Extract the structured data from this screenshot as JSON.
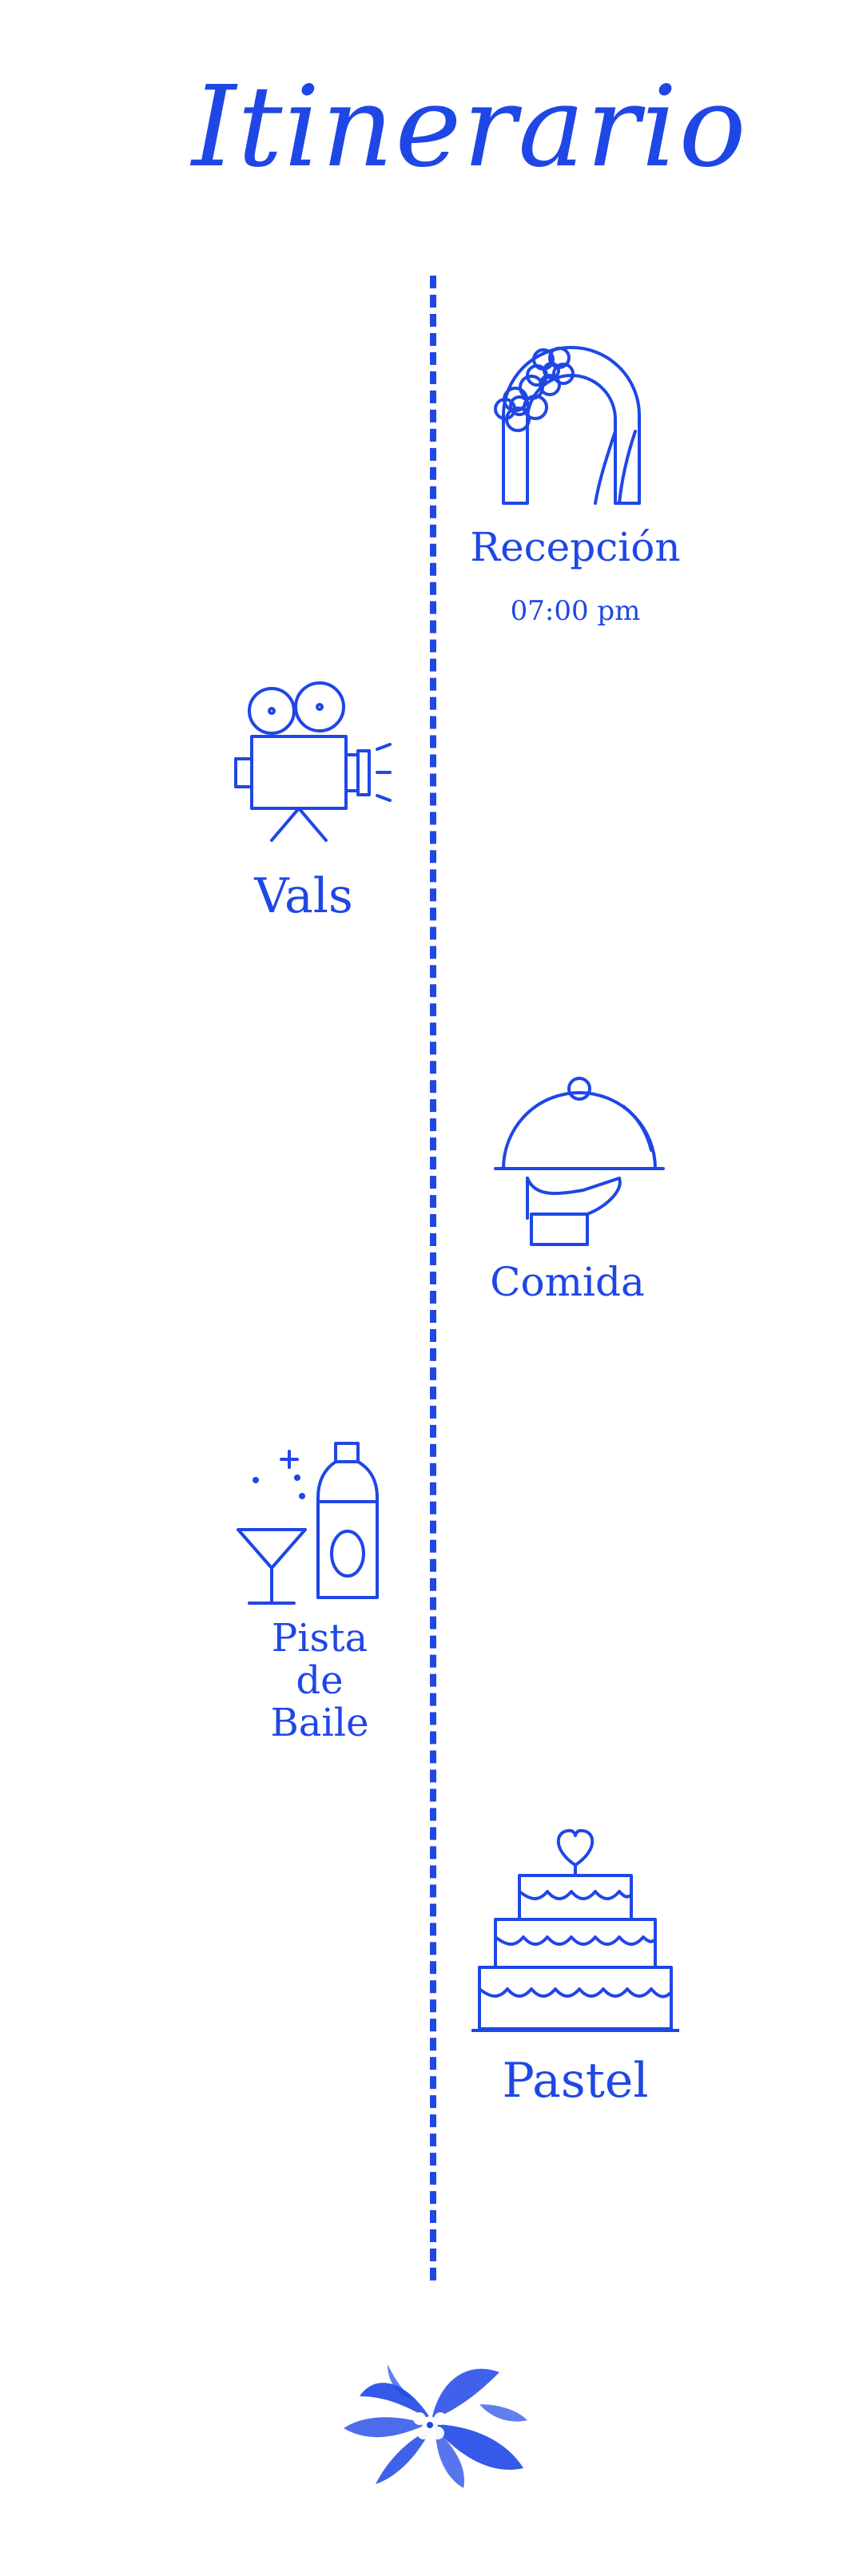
{
  "title": "Itinerario",
  "colors": {
    "accent": "#1f47e6"
  },
  "events": [
    {
      "label": "Recepción",
      "time": "07:00 pm",
      "icon": "flower-arch-icon"
    },
    {
      "label": "Vals",
      "icon": "movie-camera-icon"
    },
    {
      "label": "Comida",
      "icon": "food-cloche-icon"
    },
    {
      "label_lines": [
        "Pista",
        "de",
        "Baile"
      ],
      "icon": "cocktail-bottle-icon"
    },
    {
      "label": "Pastel",
      "icon": "wedding-cake-icon"
    }
  ],
  "decoration": {
    "icon": "floral-ornament-icon"
  }
}
